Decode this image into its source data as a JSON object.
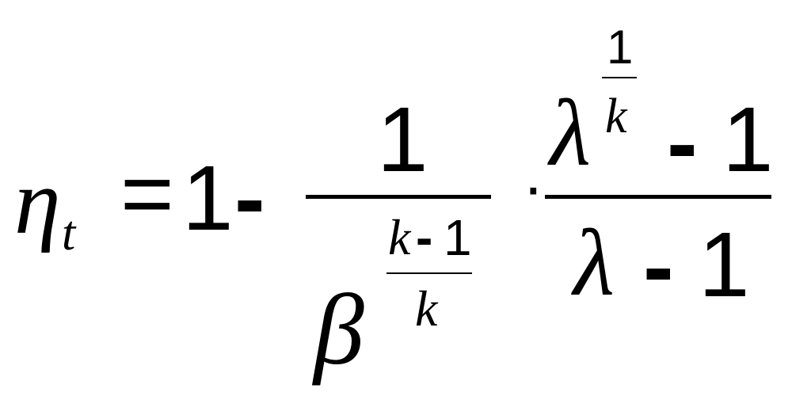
{
  "formula": {
    "lhs": {
      "symbol": "η",
      "subscript": "t"
    },
    "equals": "=",
    "one": "1",
    "minus": "-",
    "first_fraction": {
      "numerator": "1",
      "denominator_base": "β",
      "exponent_numerator": {
        "k": "k",
        "minus": "-",
        "one": "1"
      },
      "exponent_denominator": "k"
    },
    "dot": "·",
    "second_fraction": {
      "numerator_base": "λ",
      "numerator_exponent_numerator": "1",
      "numerator_exponent_denominator": "k",
      "numerator_minus": "-",
      "numerator_one": "1",
      "denominator_base": "λ",
      "denominator_minus": "-",
      "denominator_one": "1"
    }
  }
}
